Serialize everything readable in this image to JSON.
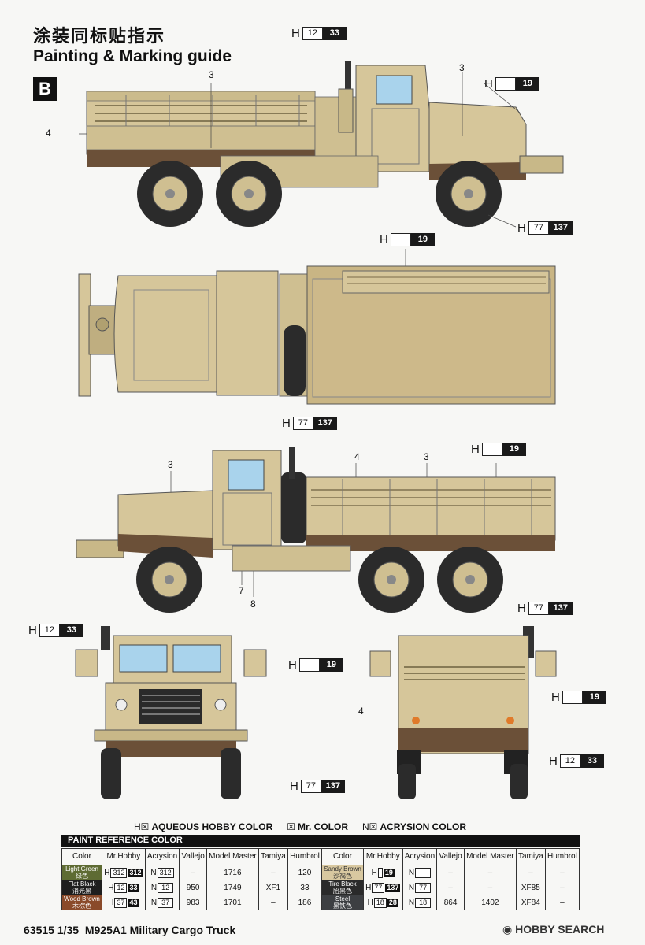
{
  "header": {
    "title_cn": "涂装同标贴指示",
    "title_en": "Painting & Marking guide",
    "scheme_badge": "B"
  },
  "callouts": {
    "h": "H",
    "c12": "12",
    "c33": "33",
    "c19": "19",
    "c77": "77",
    "c137": "137"
  },
  "numbers": {
    "n3": "3",
    "n4": "4",
    "n7": "7",
    "n8": "8"
  },
  "legend": {
    "h_mark": "H☒",
    "h_text": "AQUEOUS HOBBY COLOR",
    "mr_mark": "☒",
    "mr_text": "Mr. COLOR",
    "n_mark": "N☒",
    "n_text": "ACRYSION COLOR"
  },
  "paint_reference": {
    "title": "PAINT  REFERENCE  COLOR",
    "headers": [
      "Color",
      "Mr.Hobby",
      "Acrysion",
      "Vallejo",
      "Model Master",
      "Tamiya",
      "Humbrol"
    ],
    "left_rows": [
      {
        "name": "Light Green",
        "name_cn": "绿色",
        "color": "#5e6b33",
        "h1": "312",
        "h2": "312",
        "n": "312",
        "vallejo": "–",
        "mm": "1716",
        "tamiya": "–",
        "humbrol": "120"
      },
      {
        "name": "Flat Black",
        "name_cn": "消光黑",
        "color": "#1e1e1e",
        "h1": "12",
        "h2": "33",
        "n": "12",
        "vallejo": "950",
        "mm": "1749",
        "tamiya": "XF1",
        "humbrol": "33"
      },
      {
        "name": "Wood Brown",
        "name_cn": "木棕色",
        "color": "#8a4a2a",
        "h1": "37",
        "h2": "43",
        "n": "37",
        "vallejo": "983",
        "mm": "1701",
        "tamiya": "–",
        "humbrol": "186"
      }
    ],
    "right_rows": [
      {
        "name": "Sandy Brown",
        "name_cn": "沙褐色",
        "color": "#d8c8a0",
        "h1": "",
        "h2": "19",
        "n": "",
        "vallejo": "–",
        "mm": "–",
        "tamiya": "–",
        "humbrol": "–"
      },
      {
        "name": "Tire Black",
        "name_cn": "胎黑色",
        "color": "#2a2a2a",
        "h1": "77",
        "h2": "137",
        "n": "77",
        "vallejo": "–",
        "mm": "–",
        "tamiya": "XF85",
        "humbrol": "–"
      },
      {
        "name": "Steel",
        "name_cn": "黑铁色",
        "color": "#3d3f42",
        "h1": "18",
        "h2": "28",
        "n": "18",
        "vallejo": "864",
        "mm": "1402",
        "tamiya": "XF84",
        "humbrol": "–"
      }
    ]
  },
  "footer": {
    "code": "63515",
    "scale": "1/35",
    "name": "M925A1 Military Cargo Truck"
  },
  "watermark": "HOBBY SEARCH",
  "colors": {
    "sand": "#d6c69a",
    "sand_dark": "#b8a676",
    "earth": "#6b5038",
    "tire": "#2b2b2b",
    "glass": "#a9d3ec"
  }
}
